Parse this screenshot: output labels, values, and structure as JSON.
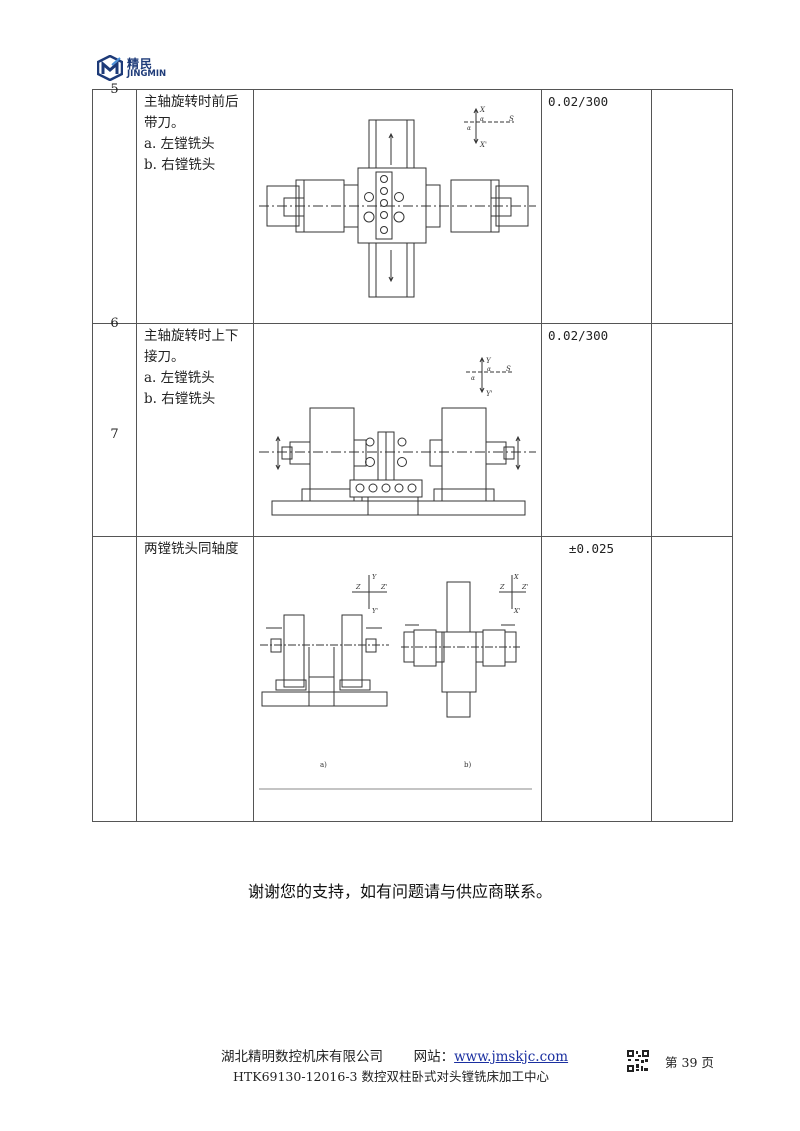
{
  "header": {
    "logo_cn": "精民",
    "logo_en": "JINGMIN",
    "logo_icon": "jingmin-logo-icon"
  },
  "table": {
    "rows": [
      {
        "num": "5",
        "item_title": "主轴旋转时前后带刀。",
        "sub_a": "a.  左镗铣头",
        "sub_b": "b.  右镗铣头",
        "tolerance": "0.02/300",
        "figure": {
          "axis_top": "X",
          "axis_bottom": "X'",
          "axis_right": "S",
          "angle1": "α",
          "angle2": "α"
        },
        "remark": ""
      },
      {
        "num": "6",
        "item_title": "主轴旋转时上下接刀。",
        "sub_a": "a.  左镗铣头",
        "sub_b": "b.  右镗铣头",
        "tolerance": "0.02/300",
        "figure": {
          "axis_top": "Y",
          "axis_bottom": "Y'",
          "axis_right": "S",
          "angle1": "α",
          "angle2": "α"
        },
        "remark": ""
      },
      {
        "num": "7",
        "item_title": "两镗铣头同轴度",
        "tolerance": "±0.025",
        "figure": {
          "a_axis_top": "Y",
          "a_axis_bottom": "Y'",
          "a_axis_left": "Z",
          "a_axis_right": "Z'",
          "b_axis_top": "X",
          "b_axis_bottom": "X'",
          "b_axis_left": "Z",
          "b_axis_right": "Z'",
          "caption_a": "a)",
          "caption_b": "b)"
        },
        "remark": ""
      }
    ]
  },
  "closing": "谢谢您的支持，如有问题请与供应商联系。",
  "footer": {
    "company": "湖北精明数控机床有限公司",
    "website_label": "网站：",
    "website": "www.jmskjc.com",
    "doc_title": "HTK69130-12016-3 数控双柱卧式对头镗铣床加工中心",
    "page_label_prefix": "第",
    "page_number": "39",
    "page_label_suffix": "页"
  }
}
